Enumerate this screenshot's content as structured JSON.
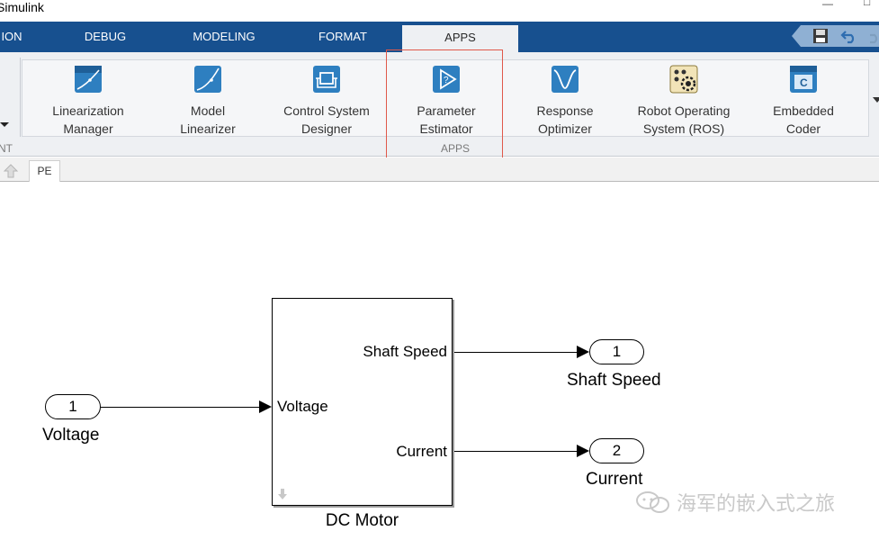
{
  "window": {
    "title": "Simulink"
  },
  "tabs": [
    {
      "label": "ION"
    },
    {
      "label": "DEBUG"
    },
    {
      "label": "MODELING"
    },
    {
      "label": "FORMAT"
    },
    {
      "label": "APPS"
    }
  ],
  "ribbon": {
    "section_label": "APPS",
    "left_section_label": "NT",
    "apps": [
      {
        "line1": "Linearization",
        "line2": "Manager",
        "icon": "linearization-manager-icon"
      },
      {
        "line1": "Model",
        "line2": "Linearizer",
        "icon": "model-linearizer-icon"
      },
      {
        "line1": "Control System",
        "line2": "Designer",
        "icon": "control-system-designer-icon"
      },
      {
        "line1": "Parameter",
        "line2": "Estimator",
        "icon": "parameter-estimator-icon"
      },
      {
        "line1": "Response",
        "line2": "Optimizer",
        "icon": "response-optimizer-icon"
      },
      {
        "line1": "Robot Operating",
        "line2": "System (ROS)",
        "icon": "ros-icon"
      },
      {
        "line1": "Embedded",
        "line2": "Coder",
        "icon": "embedded-coder-icon"
      }
    ]
  },
  "editor": {
    "tab_label": "PE"
  },
  "diagram": {
    "inport": {
      "number": "1",
      "label": "Voltage"
    },
    "outports": [
      {
        "number": "1",
        "label": "Shaft Speed"
      },
      {
        "number": "2",
        "label": "Current"
      }
    ],
    "block": {
      "name": "DC Motor",
      "input_port": "Voltage",
      "output_ports": [
        "Shaft Speed",
        "Current"
      ]
    }
  },
  "watermark": {
    "text": "海军的嵌入式之旅"
  },
  "colors": {
    "tab_strip": "#17508f",
    "ribbon_bg": "#eef0f3",
    "highlight_box": "#e0584a",
    "app_icon_blue": "#2e7fc0"
  }
}
